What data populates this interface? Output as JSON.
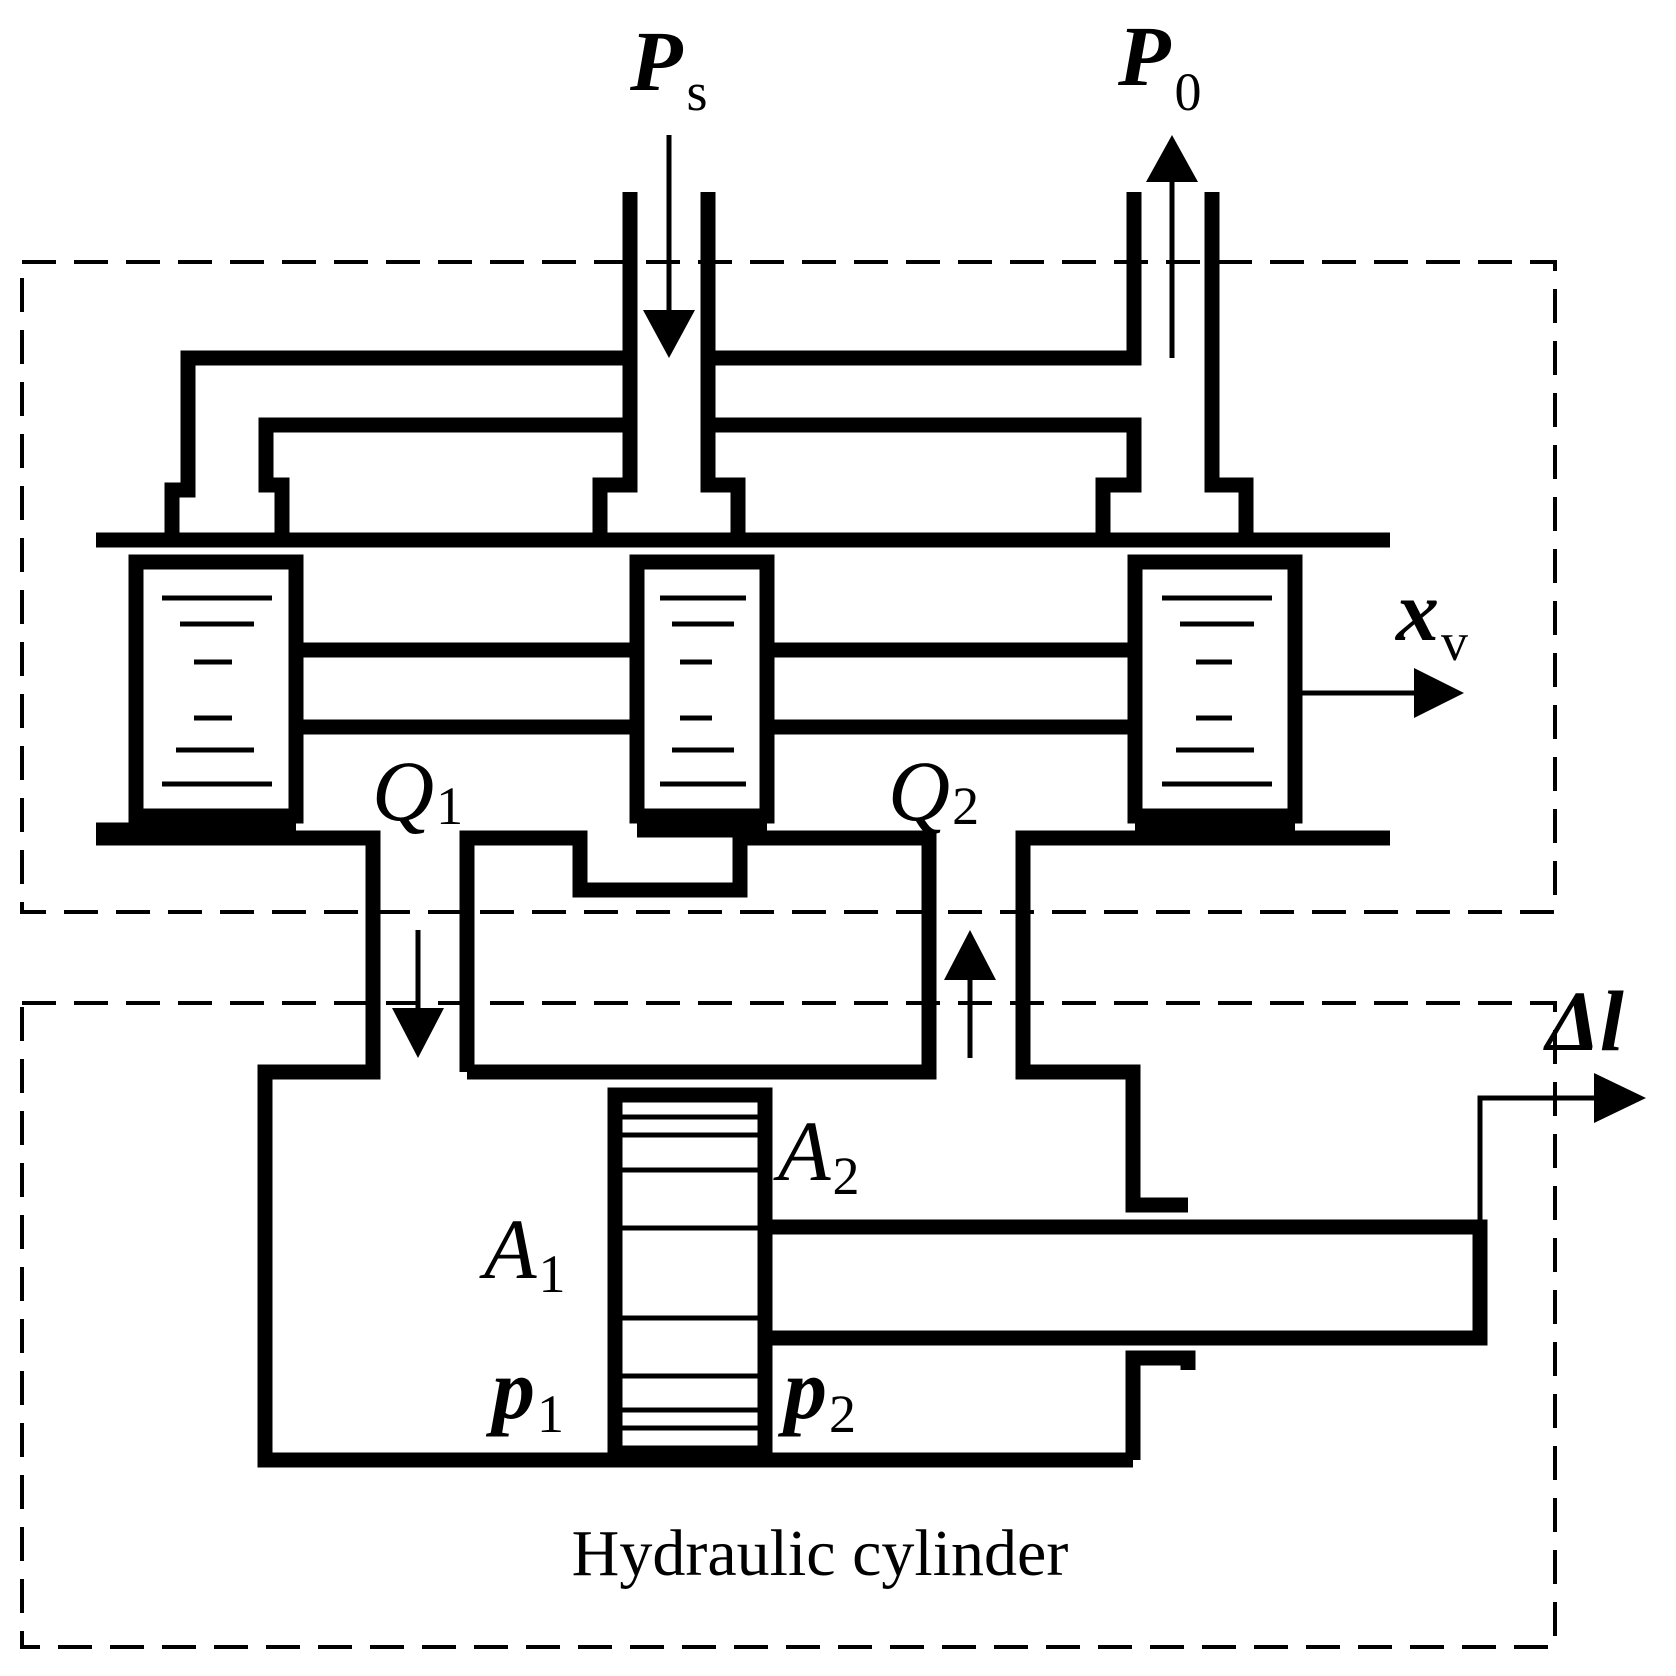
{
  "labels": {
    "supply_pressure": {
      "main": "P",
      "sub": "s"
    },
    "return_pressure": {
      "main": "P",
      "sub": "0"
    },
    "valve_displacement": {
      "main": "x",
      "sub": "v"
    },
    "flow_1": {
      "main": "Q",
      "sub": "1"
    },
    "flow_2": {
      "main": "Q",
      "sub": "2"
    },
    "displacement": {
      "main": "Δl"
    },
    "area_1": {
      "main": "A",
      "sub": "1"
    },
    "area_2": {
      "main": "A",
      "sub": "2"
    },
    "pressure_1": {
      "main": "p",
      "sub": "1"
    },
    "pressure_2": {
      "main": "p",
      "sub": "2"
    }
  },
  "caption": "Hydraulic cylinder"
}
